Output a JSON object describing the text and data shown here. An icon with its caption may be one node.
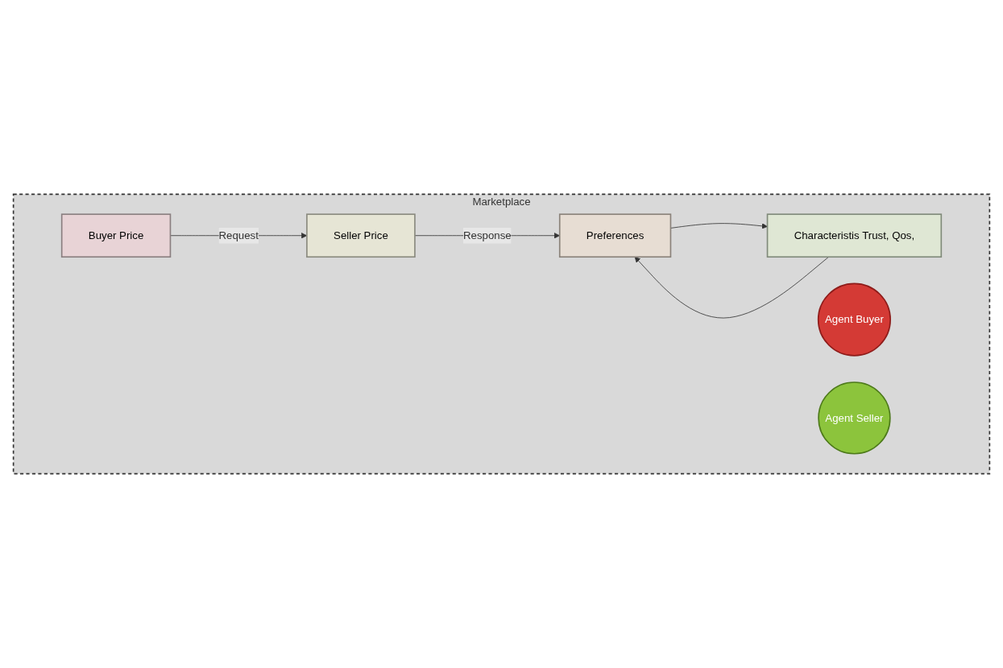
{
  "diagram": {
    "nodes": [
      {
        "text": [
          "Marketplace"
        ]
      },
      {
        "text": [
          "Buyer Price"
        ],
        "in": 0
      },
      {
        "text": [
          "Agent Buyer"
        ],
        "in": 0
      },
      {
        "text": [
          "Agent Seller"
        ],
        "in": 0
      },
      {
        "text": [
          "Seller Price"
        ],
        "in": 0
      },
      {
        "text": [
          "Preferences"
        ],
        "in": 0
      },
      {
        "text": [
          "Characteristis Trust, Qos,"
        ],
        "in": 0
      }
    ],
    "edges": [
      {
        "from": 1,
        "to": 4,
        "arrow": "to",
        "label": "Request"
      },
      {
        "from": 4,
        "to": 5,
        "arrow": "to",
        "label": "Response"
      },
      {
        "from": 5,
        "to": 6,
        "arrow": "to"
      },
      {
        "from": 6,
        "to": 5,
        "arrow": "to"
      }
    ]
  }
}
